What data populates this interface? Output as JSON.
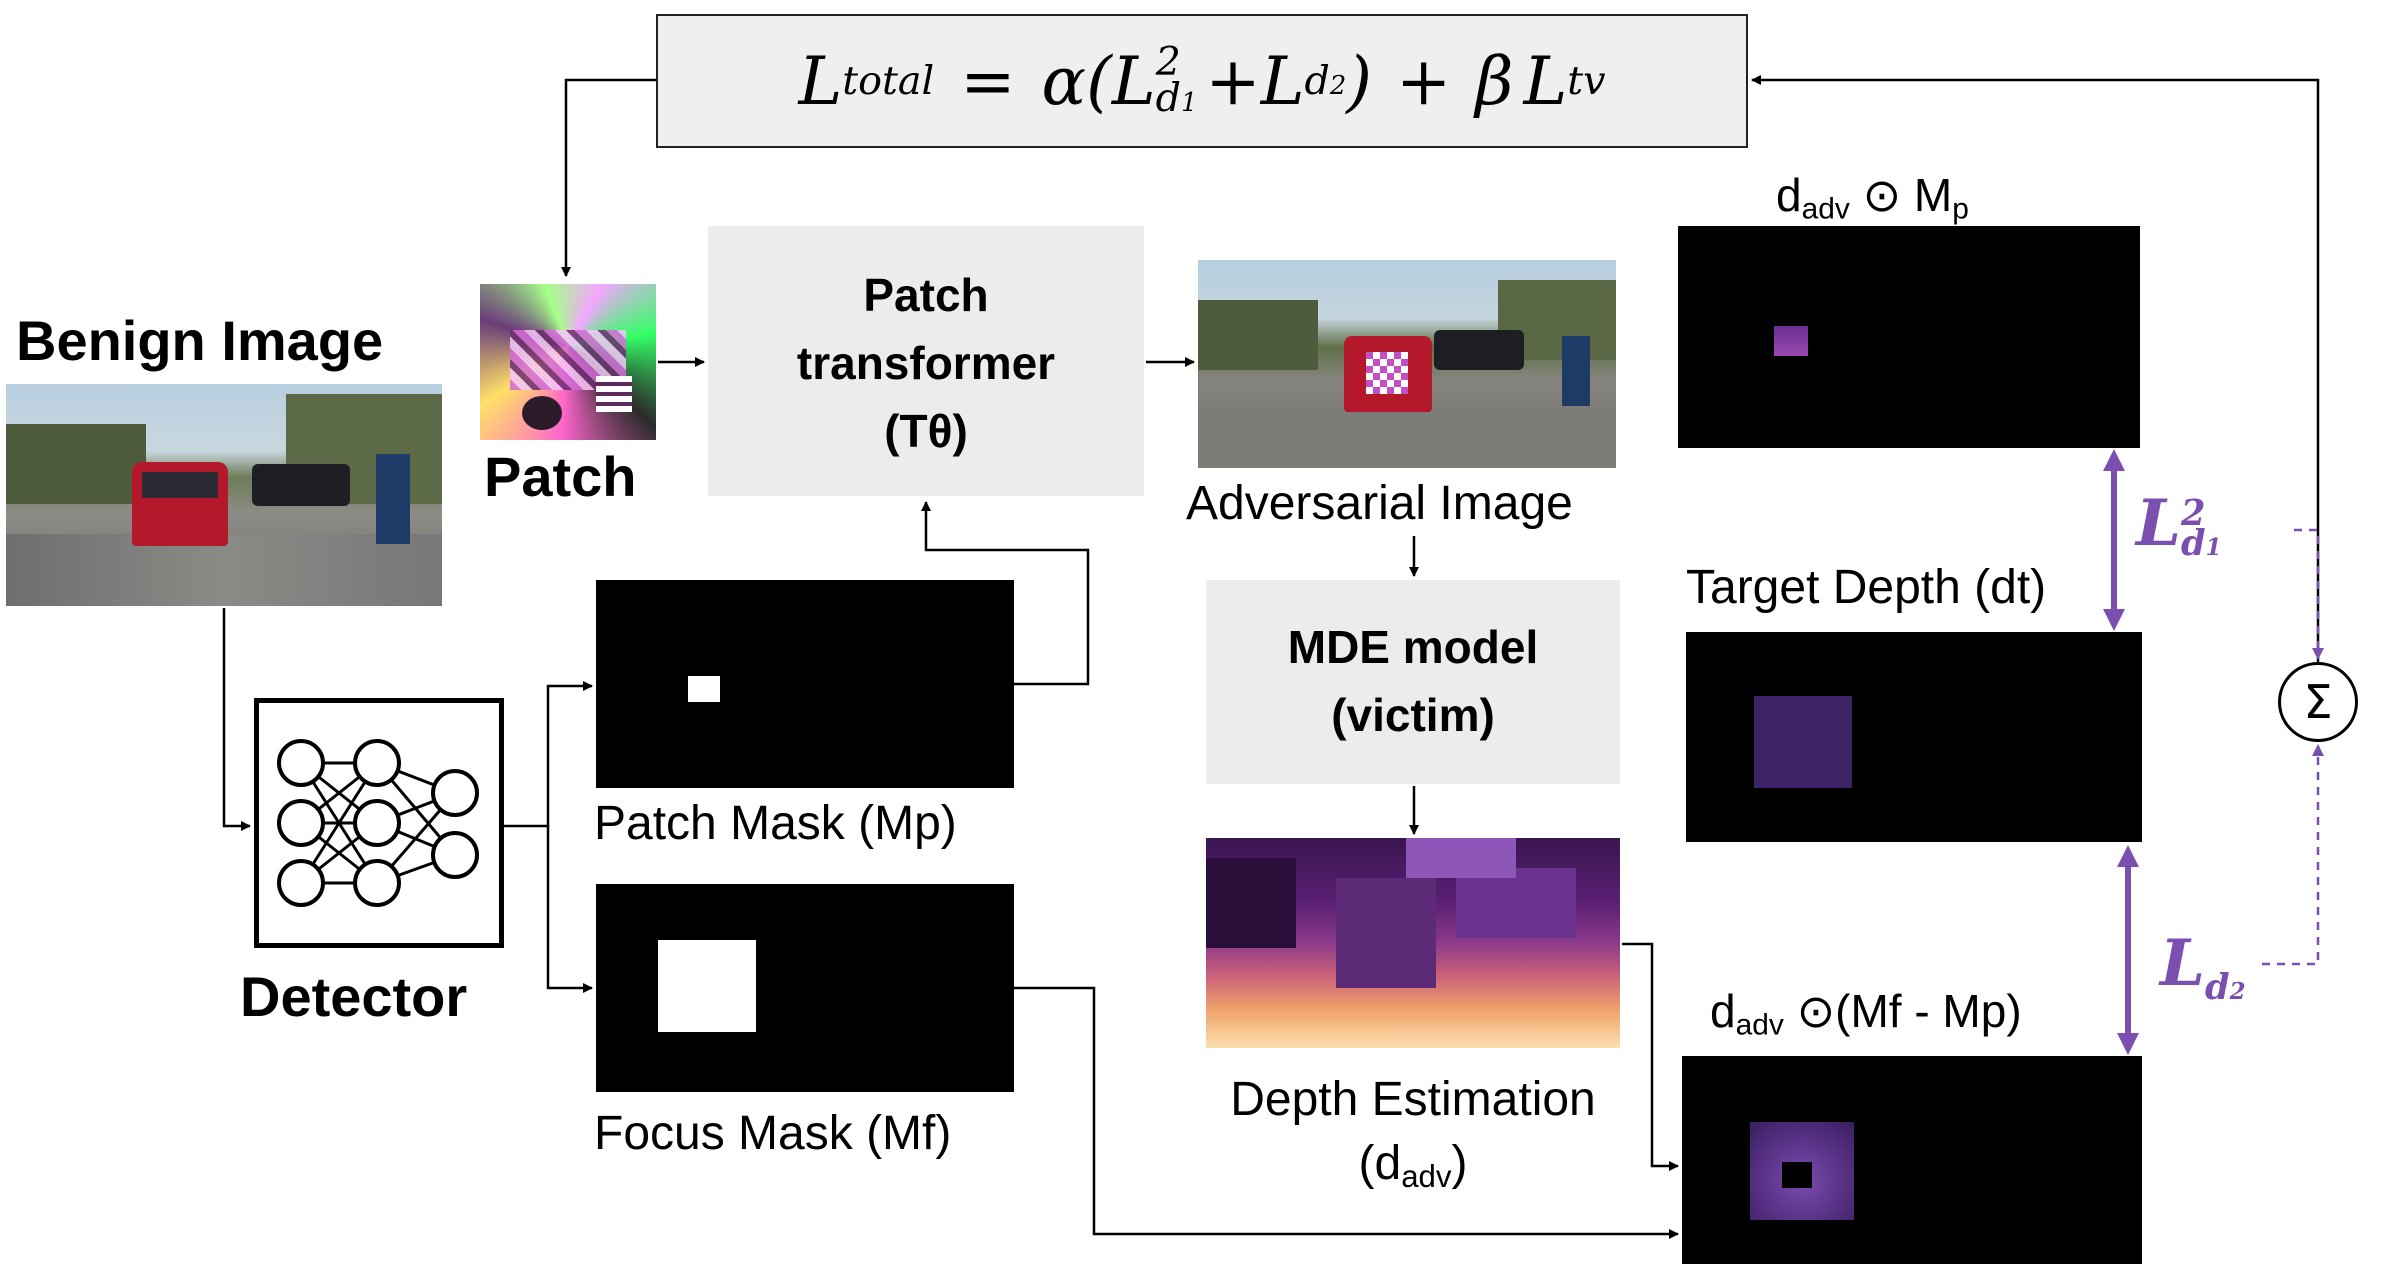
{
  "formula": {
    "lhs_L": "L",
    "lhs_sub": "total",
    "eq": "=",
    "alpha": "α(",
    "L1": "L",
    "L1_sup": "2",
    "L1_sub": "d",
    "L1_subsub": "1",
    "plus1": "+",
    "L2": "L",
    "L2_sub": "d",
    "L2_subsub": "2",
    "close": ")",
    "plus2": "+",
    "beta": "β",
    "L3": "L",
    "L3_sub": "tv"
  },
  "benign_image": {
    "title": "Benign Image"
  },
  "patch": {
    "label": "Patch"
  },
  "patch_transformer": {
    "line1": "Patch",
    "line2": "transformer",
    "line3": "(Tθ)"
  },
  "adversarial_image": {
    "label": "Adversarial Image"
  },
  "mde_model": {
    "line1": "MDE model",
    "line2": "(victim)"
  },
  "depth_estimation": {
    "line1": "Depth Estimation",
    "line2_main": "(d",
    "line2_sub": "adv",
    "line2_end": ")"
  },
  "detector": {
    "label": "Detector"
  },
  "patch_mask": {
    "label": "Patch Mask (Mp)"
  },
  "focus_mask": {
    "label": "Focus Mask (Mf)"
  },
  "dadv_mp": {
    "d": "d",
    "d_sub": "adv",
    "op": " ⊙ M",
    "m_sub": "p"
  },
  "target_depth": {
    "label": "Target Depth (dt)"
  },
  "dadv_mf_mp": {
    "d": "d",
    "d_sub": "adv",
    "op": " ⊙(Mf - Mp)"
  },
  "loss_d1": {
    "L": "L",
    "sup": "2",
    "sub": "d",
    "subsub": "1"
  },
  "loss_d2": {
    "L": "L",
    "sub": "d",
    "subsub": "2"
  },
  "sum": {
    "symbol": "Σ"
  },
  "colors": {
    "purple": "#7a4fb0",
    "gray_box": "#ececec",
    "mask_fill": "#000000",
    "purple_square": "#3d2466"
  }
}
